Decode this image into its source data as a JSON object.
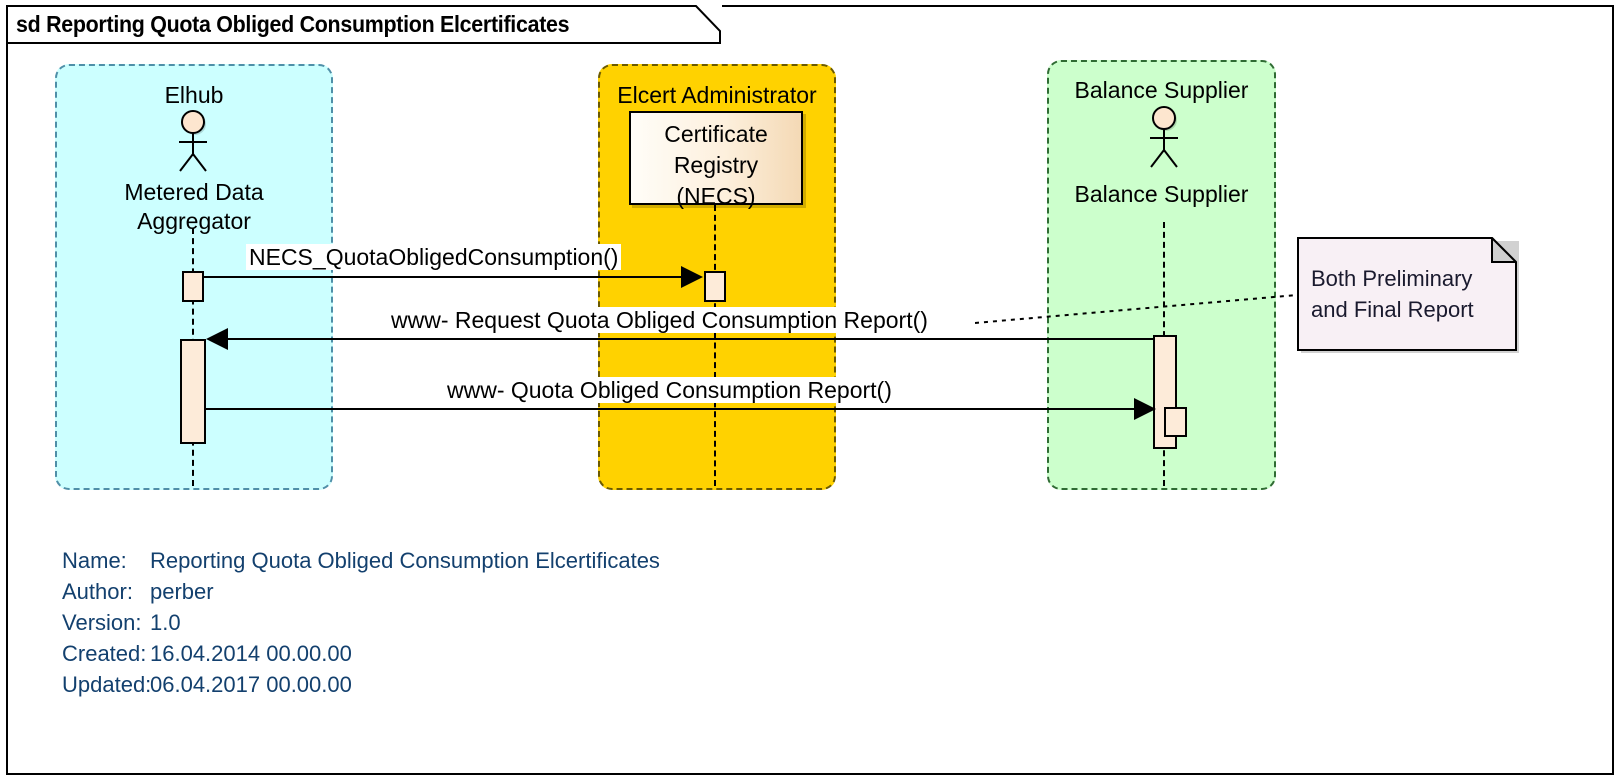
{
  "diagram": {
    "type": "uml-sequence-diagram",
    "frame_title": "sd Reporting Quota Obliged Consumption Elcertificates",
    "frame_keyword": "sd"
  },
  "participants": [
    {
      "id": "elhub",
      "group_label": "Elhub",
      "name": "Metered Data\nAggregator",
      "kind": "actor",
      "color": "#ccffff",
      "border_color": "#4f8fa8"
    },
    {
      "id": "elcert",
      "group_label": "Elcert Administrator",
      "name": "Certificate\nRegistry\n(NECS)",
      "kind": "object",
      "color": "#ffd200",
      "border_color": "#6b5a00"
    },
    {
      "id": "balance",
      "group_label": "Balance Supplier",
      "name": "Balance Supplier",
      "kind": "actor",
      "color": "#ccffcc",
      "border_color": "#2f6b33"
    }
  ],
  "messages": [
    {
      "index": 1,
      "label": "NECS_QuotaObligedConsumption()",
      "from": "elhub",
      "to": "elcert",
      "direction": "right"
    },
    {
      "index": 2,
      "label": "www- Request Quota Obliged Consumption Report()",
      "from": "balance",
      "to": "elhub",
      "direction": "left"
    },
    {
      "index": 3,
      "label": "www- Quota Obliged Consumption Report()",
      "from": "elhub",
      "to": "balance",
      "direction": "right"
    }
  ],
  "note": {
    "text": "Both Preliminary\nand Final Report",
    "attached_to_message": 2,
    "background": "#f8f0f5"
  },
  "metadata": [
    {
      "key": "Name:",
      "value": "Reporting Quota Obliged Consumption Elcertificates"
    },
    {
      "key": "Author:",
      "value": "perber"
    },
    {
      "key": "Version:",
      "value": "1.0"
    },
    {
      "key": "Created:",
      "value": "16.04.2014 00.00.00"
    },
    {
      "key": "Updated:",
      "value": "06.04.2017 00.00.00"
    }
  ],
  "colors": {
    "frame_border": "#000000",
    "metadata_text": "#13406e",
    "activation_fill": "#fdebd9",
    "actor_head_fill": "#fde6cf"
  }
}
